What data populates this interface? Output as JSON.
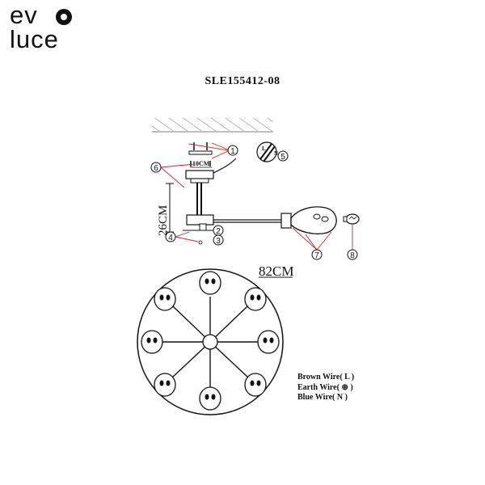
{
  "brand": {
    "line1": "ev",
    "line2": "luce"
  },
  "model_code": "SLE155412-08",
  "dimensions": {
    "height": "26CM",
    "canopy": "10CM",
    "diameter": "82CM"
  },
  "callouts": [
    "1",
    "2",
    "3",
    "4",
    "5",
    "6",
    "7",
    "8"
  ],
  "wiring": [
    "Brown Wire( L )",
    "Earth Wire( ⊕ )",
    "Blue Wire( N )"
  ],
  "wire_letters": {
    "live": "L",
    "neutral": "N"
  },
  "colors": {
    "ink": "#111111",
    "callout": "#c62828"
  }
}
